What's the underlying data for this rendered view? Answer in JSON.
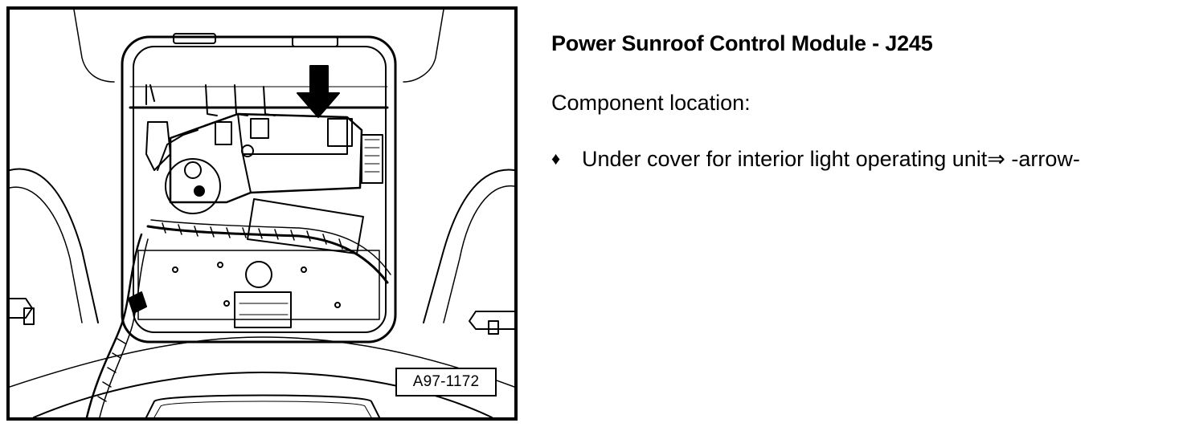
{
  "figure": {
    "id_label": "A97-1172"
  },
  "content": {
    "title": "Power Sunroof Control Module - J245",
    "section_label": "Component location:",
    "bullets": [
      {
        "symbol": "♦",
        "text": "Under cover for interior light operating unit⇒ -arrow-"
      }
    ]
  }
}
